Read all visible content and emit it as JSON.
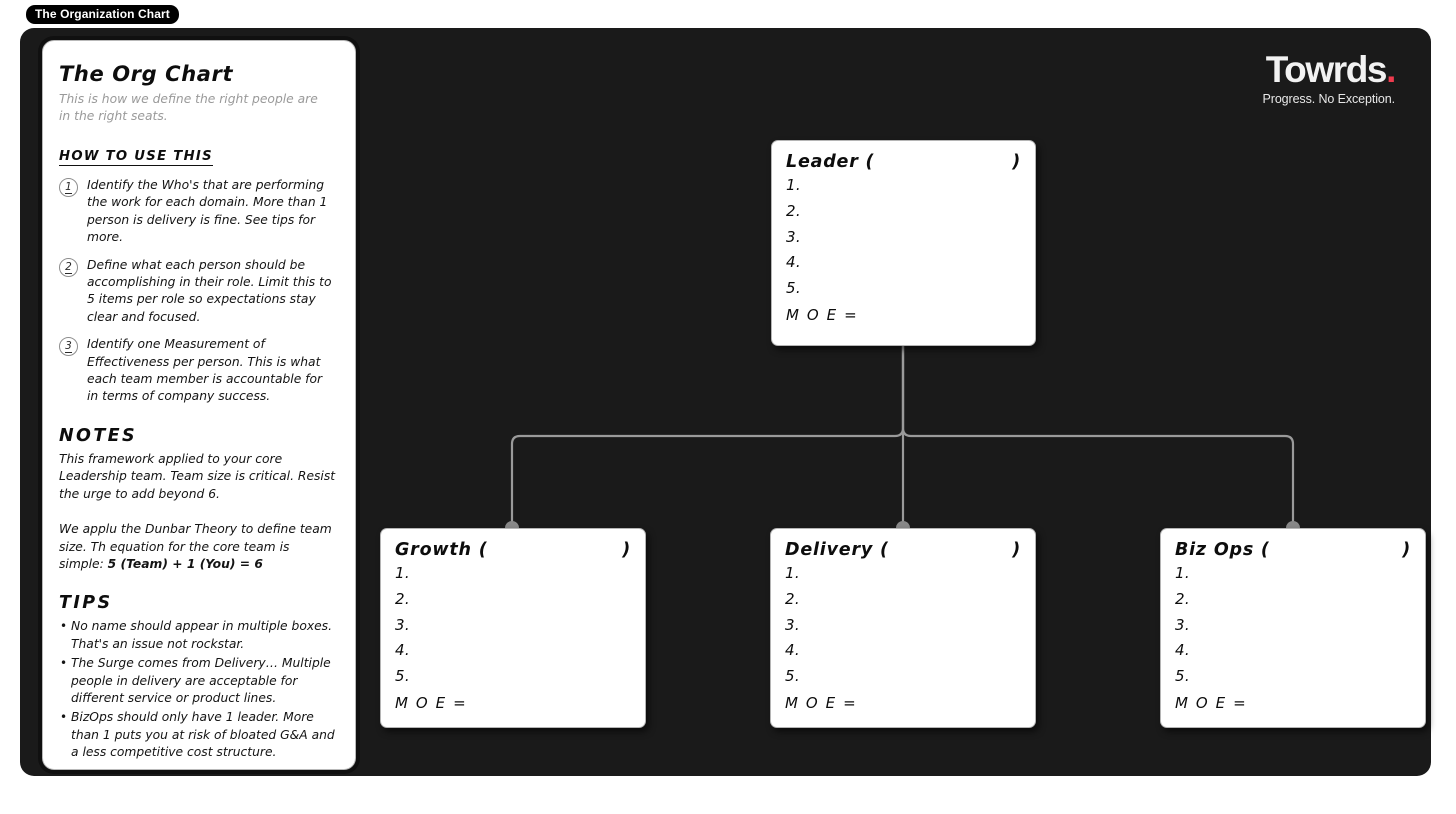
{
  "window": {
    "title": "The Organization Chart"
  },
  "brand": {
    "name": "Towrds",
    "dot": ".",
    "tagline": "Progress. No Exception.",
    "accent_color": "#ef3b4e"
  },
  "canvas": {
    "background_color": "#1a1a1a"
  },
  "panel": {
    "title": "The Org Chart",
    "subtitle": "This is how we define the right people are in the right seats.",
    "how_to_heading": "HOW TO USE THIS",
    "steps": [
      {
        "number": "1",
        "text": "Identify the Who's that are performing the work for each domain. More than 1 person is delivery is fine. See tips for more."
      },
      {
        "number": "2",
        "text": "Define what each person should be accomplishing in their role. Limit this to 5 items per role so expectations stay clear and focused."
      },
      {
        "number": "3",
        "text": "Identify one Measurement of Effectiveness per person. This is what each team member is accountable for in terms of company success."
      }
    ],
    "notes_heading": "NOTES",
    "notes_paragraph_1": "This framework applied to your core Leadership team. Team size is critical. Resist the urge to add beyond 6.",
    "notes_paragraph_2_lead": "We applu the Dunbar Theory to define team size. Th equation for the core team is simple: ",
    "notes_paragraph_2_formula": "5 (Team) + 1 (You) = 6",
    "tips_heading": "TIPS",
    "tips": [
      "No name should appear in multiple boxes. That's an issue not rockstar.",
      "The Surge comes from Delivery… Multiple people in delivery are acceptable for different service or product lines.",
      "BizOps should only have 1 leader. More than 1 puts you at risk of bloated G&A and a less competitive cost structure."
    ]
  },
  "chart": {
    "connector_color": "#9a9a9a",
    "nodes": {
      "leader": {
        "title": "Leader (",
        "paren_close": ")",
        "items": [
          "1.",
          "2.",
          "3.",
          "4.",
          "5."
        ],
        "moe": "M O E ="
      },
      "growth": {
        "title": "Growth (",
        "paren_close": ")",
        "items": [
          "1.",
          "2.",
          "3.",
          "4.",
          "5."
        ],
        "moe": "M O E ="
      },
      "delivery": {
        "title": "Delivery (",
        "paren_close": ")",
        "items": [
          "1.",
          "2.",
          "3.",
          "4.",
          "5."
        ],
        "moe": "M O E ="
      },
      "bizops": {
        "title": "Biz Ops (",
        "paren_close": ")",
        "items": [
          "1.",
          "2.",
          "3.",
          "4.",
          "5."
        ],
        "moe": "M O E ="
      }
    }
  }
}
